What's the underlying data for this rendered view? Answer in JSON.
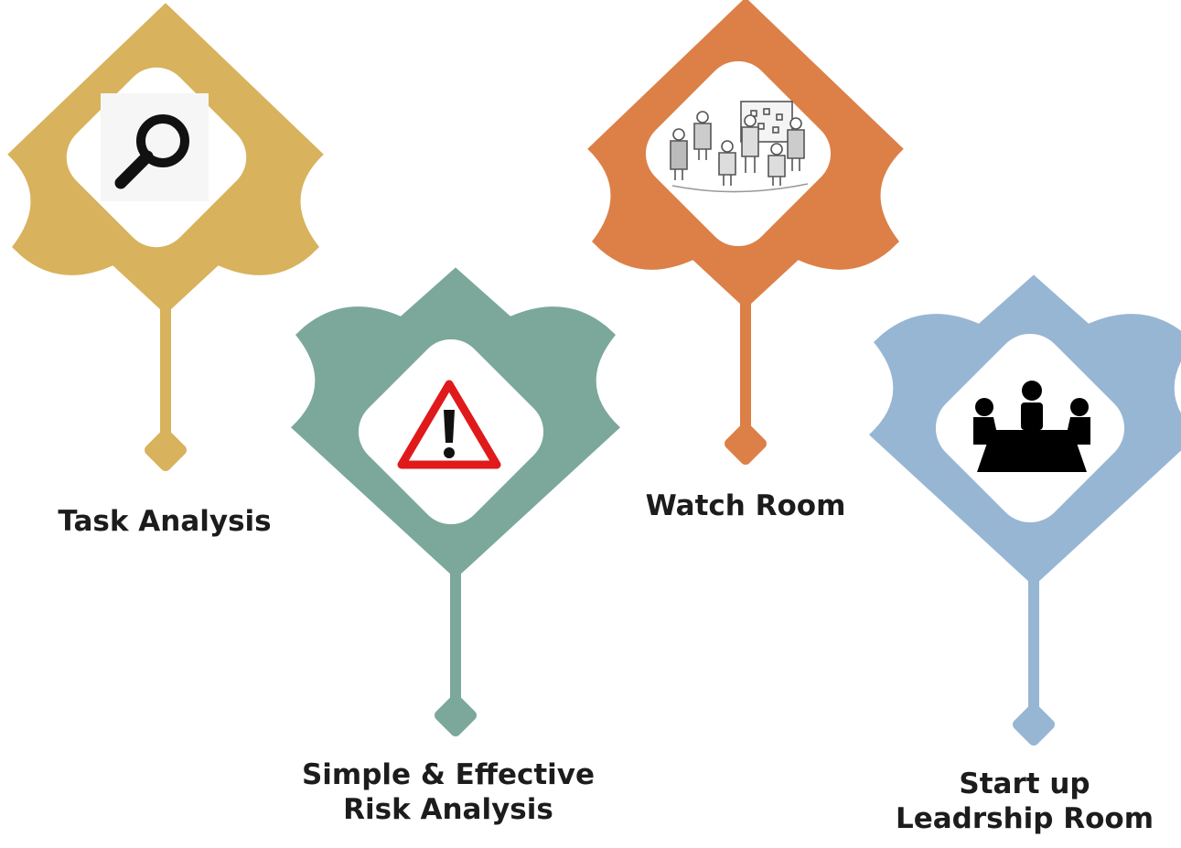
{
  "steps": [
    {
      "id": "task-analysis",
      "label_lines": [
        "Task Analysis"
      ],
      "color": "#D8B25C",
      "icon": "magnifier-icon"
    },
    {
      "id": "risk-analysis",
      "label_lines": [
        "Simple & Effective",
        "Risk Analysis"
      ],
      "color": "#7BA89B",
      "icon": "warning-triangle-icon"
    },
    {
      "id": "watch-room",
      "label_lines": [
        "Watch Room"
      ],
      "color": "#DC8048",
      "icon": "group-presentation-sketch-icon"
    },
    {
      "id": "leadership-room",
      "label_lines": [
        "Start up",
        "Leadrship Room"
      ],
      "color": "#97B6D4",
      "icon": "meeting-table-icon"
    }
  ]
}
